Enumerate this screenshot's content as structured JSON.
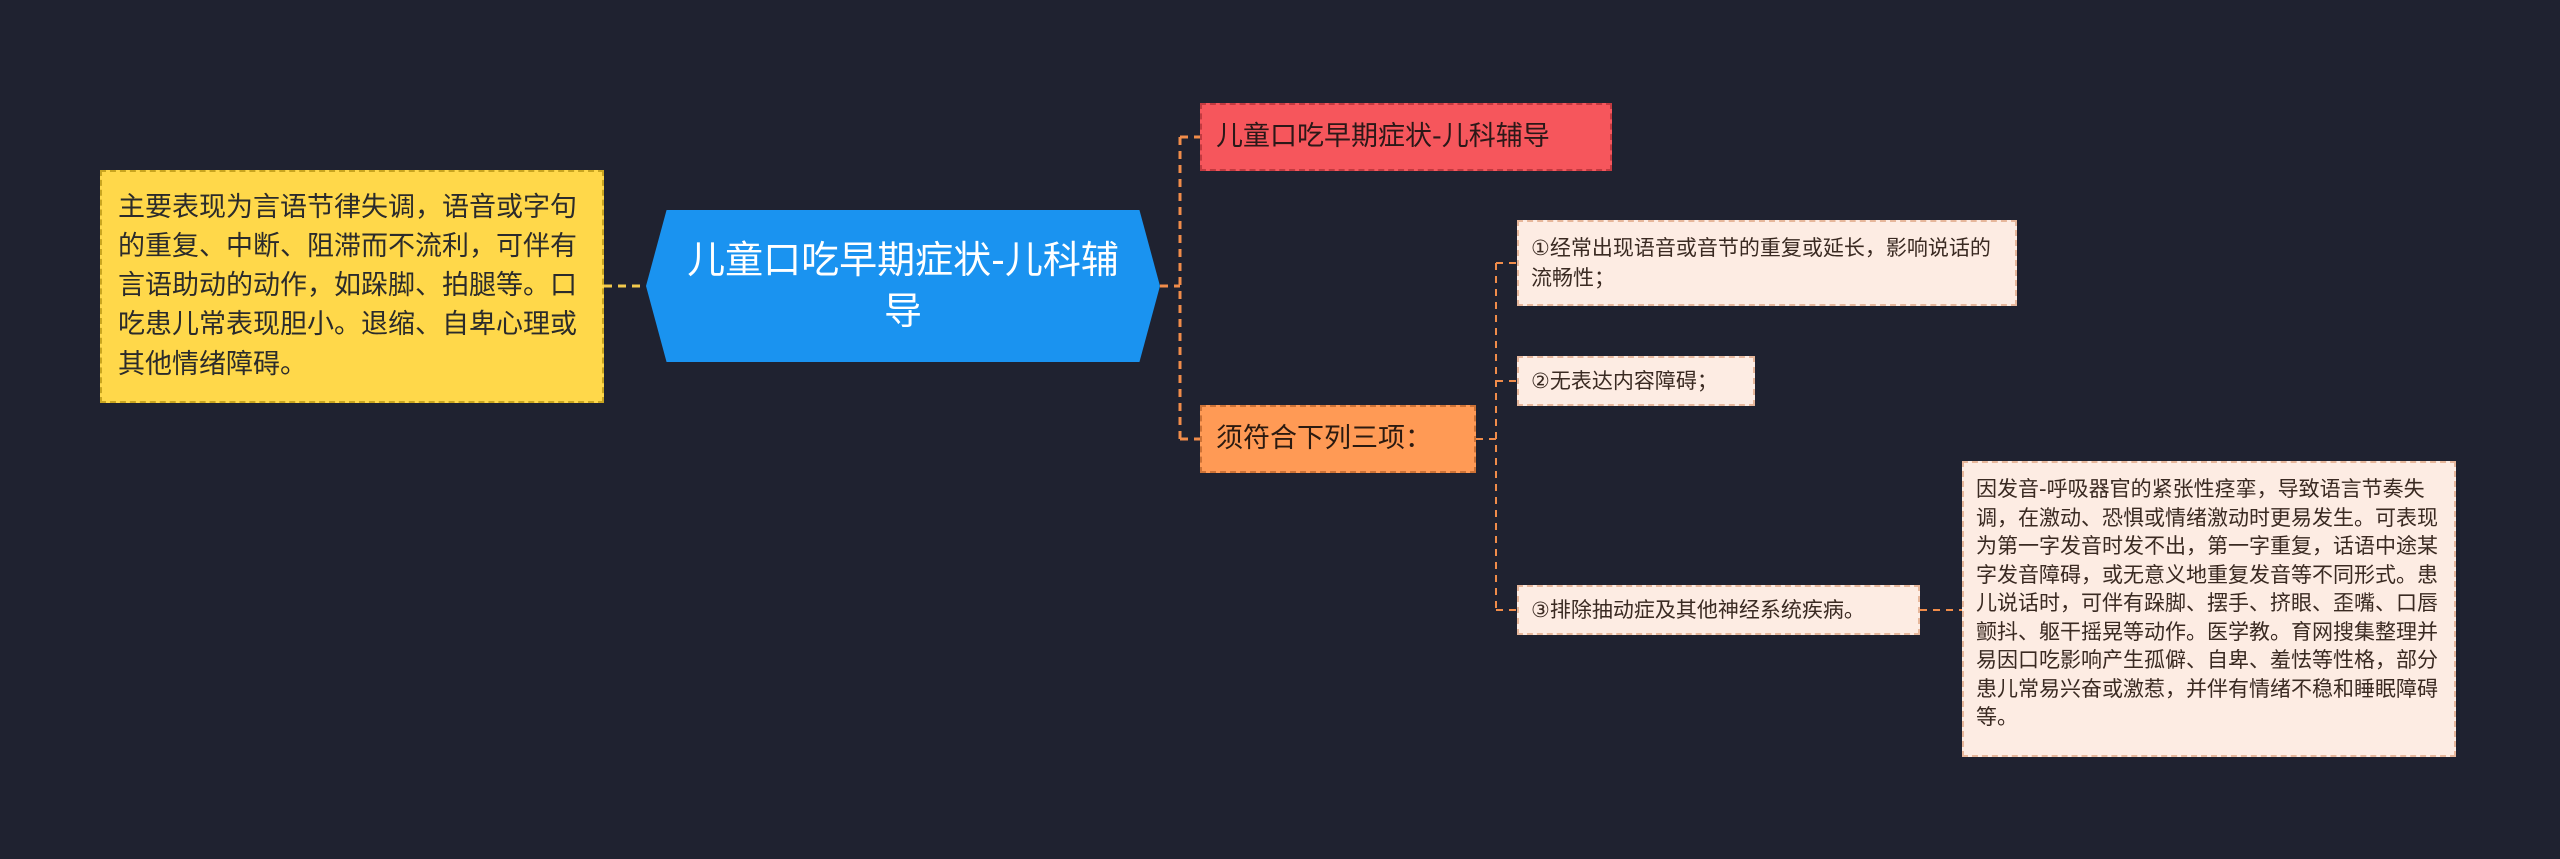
{
  "colors": {
    "background": "#1f2230",
    "root": "#1a93f0",
    "yellow_node": "#ffd84a",
    "red_node": "#f6565c",
    "orange_node": "#ff9a55",
    "leaf_node": "#fdece3",
    "connector_yellow": "#f2c94c",
    "connector_orange": "#f08c4a"
  },
  "root": {
    "title": "儿童口吃早期症状-儿科辅导"
  },
  "left_note": {
    "text": "主要表现为言语节律失调，语音或字句的重复、中断、阻滞而不流利，可伴有言语助动的动作，如跺脚、拍腿等。口吃患儿常表现胆小。退缩、自卑心理或其他情绪障碍。"
  },
  "branches": {
    "title_branch": "儿童口吃早期症状-儿科辅导",
    "criteria": {
      "label": "须符合下列三项：",
      "items": [
        "①经常出现语音或音节的重复或延长，影响说话的流畅性；",
        "②无表达内容障碍；",
        "③排除抽动症及其他神经系统疾病。"
      ]
    }
  },
  "detail_note": {
    "text": "因发音-呼吸器官的紧张性痉挛，导致语言节奏失调，在激动、恐惧或情绪激动时更易发生。可表现为第一字发音时发不出，第一字重复，话语中途某字发音障碍，或无意义地重复发音等不同形式。患儿说话时，可伴有跺脚、摆手、挤眼、歪嘴、口唇颤抖、躯干摇晃等动作。医学教。育网搜集整理并易因口吃影响产生孤僻、自卑、羞怯等性格，部分患儿常易兴奋或激惹，并伴有情绪不稳和睡眠障碍等。"
  }
}
